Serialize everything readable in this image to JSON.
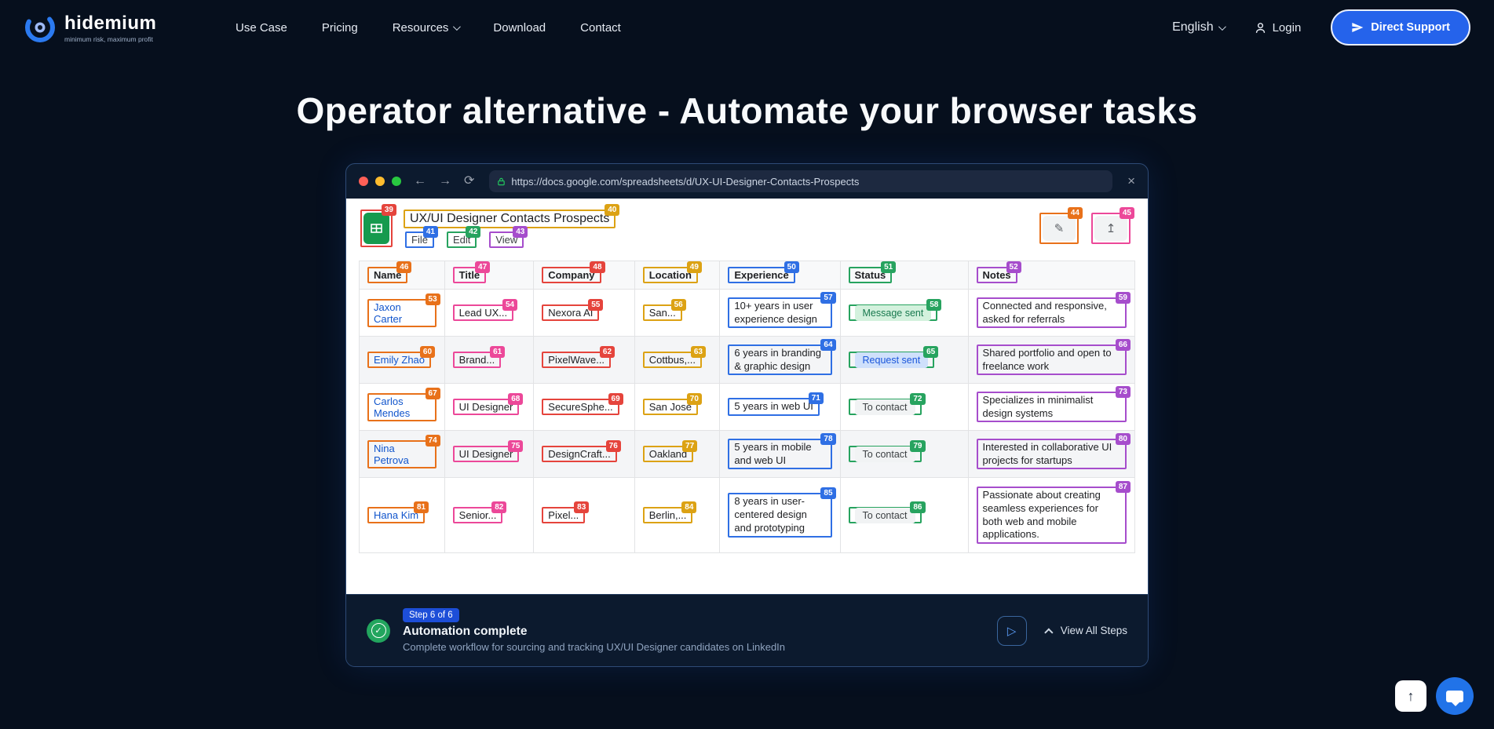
{
  "nav": {
    "brand": {
      "name": "hidemium",
      "tagline": "minimum risk, maximum profit"
    },
    "items": [
      {
        "label": "Use Case",
        "dropdown": false
      },
      {
        "label": "Pricing",
        "dropdown": false
      },
      {
        "label": "Resources",
        "dropdown": true
      },
      {
        "label": "Download",
        "dropdown": false
      },
      {
        "label": "Contact",
        "dropdown": false
      }
    ],
    "language": "English",
    "login_label": "Login",
    "support_label": "Direct Support"
  },
  "hero": {
    "title": "Operator alternative - Automate your browser tasks"
  },
  "browser": {
    "url": "https://docs.google.com/spreadsheets/d/UX-UI-Designer-Contacts-Prospects",
    "sheet": {
      "icon_tag": "39",
      "title": "UX/UI Designer Contacts Prospects",
      "title_tag": "40",
      "menus": [
        {
          "label": "File",
          "tag": "41"
        },
        {
          "label": "Edit",
          "tag": "42"
        },
        {
          "label": "View",
          "tag": "43"
        }
      ],
      "toolbar": [
        {
          "icon": "pencil-icon",
          "glyph": "✎",
          "tag": "44",
          "colorClass": "orange"
        },
        {
          "icon": "share-icon",
          "glyph": "↥",
          "tag": "45",
          "colorClass": "pink"
        }
      ]
    },
    "table": {
      "columns": [
        {
          "label": "Name",
          "tag": "46",
          "colorClass": "orange",
          "width": "11%"
        },
        {
          "label": "Title",
          "tag": "47",
          "colorClass": "pink",
          "width": "11.5%"
        },
        {
          "label": "Company",
          "tag": "48",
          "colorClass": "red",
          "width": "13%"
        },
        {
          "label": "Location",
          "tag": "49",
          "colorClass": "amber",
          "width": "11%"
        },
        {
          "label": "Experience",
          "tag": "50",
          "colorClass": "blue",
          "width": "15.5%"
        },
        {
          "label": "Status",
          "tag": "51",
          "colorClass": "green",
          "width": "16.5%"
        },
        {
          "label": "Notes",
          "tag": "52",
          "colorClass": "purple",
          "width": "21.5%"
        }
      ],
      "rows": [
        {
          "alt": false,
          "height": 60,
          "cells": [
            {
              "text": "Jaxon Carter",
              "tag": "53",
              "type": "link"
            },
            {
              "text": "Lead UX...",
              "tag": "54"
            },
            {
              "text": "Nexora AI",
              "tag": "55"
            },
            {
              "text": "San...",
              "tag": "56"
            },
            {
              "text": "10+ years in user experience design",
              "tag": "57"
            },
            {
              "text": "Message sent",
              "tag": "58",
              "type": "badge",
              "variant": "success"
            },
            {
              "text": "Connected and responsive, asked for referrals",
              "tag": "59"
            }
          ]
        },
        {
          "alt": true,
          "height": 60,
          "cells": [
            {
              "text": "Emily Zhao",
              "tag": "60",
              "type": "link"
            },
            {
              "text": "Brand...",
              "tag": "61"
            },
            {
              "text": "PixelWave...",
              "tag": "62"
            },
            {
              "text": "Cottbus,...",
              "tag": "63"
            },
            {
              "text": "6 years in branding & graphic design",
              "tag": "64"
            },
            {
              "text": "Request sent",
              "tag": "65",
              "type": "badge",
              "variant": "info"
            },
            {
              "text": "Shared portfolio and open to freelance work",
              "tag": "66"
            }
          ]
        },
        {
          "alt": false,
          "height": 60,
          "cells": [
            {
              "text": "Carlos Mendes",
              "tag": "67",
              "type": "link"
            },
            {
              "text": "UI Designer",
              "tag": "68"
            },
            {
              "text": "SecureSphe...",
              "tag": "69"
            },
            {
              "text": "San Jose",
              "tag": "70"
            },
            {
              "text": "5 years in web UI",
              "tag": "71"
            },
            {
              "text": "To contact",
              "tag": "72",
              "type": "badge",
              "variant": "neutral"
            },
            {
              "text": "Specializes in minimalist design systems",
              "tag": "73"
            }
          ]
        },
        {
          "alt": true,
          "height": 60,
          "cells": [
            {
              "text": "Nina Petrova",
              "tag": "74",
              "type": "link"
            },
            {
              "text": "UI Designer",
              "tag": "75"
            },
            {
              "text": "DesignCraft...",
              "tag": "76"
            },
            {
              "text": "Oakland",
              "tag": "77"
            },
            {
              "text": "5 years in mobile and web UI",
              "tag": "78"
            },
            {
              "text": "To contact",
              "tag": "79",
              "type": "badge",
              "variant": "neutral"
            },
            {
              "text": "Interested in collaborative UI projects for startups",
              "tag": "80"
            }
          ]
        },
        {
          "alt": false,
          "height": 96,
          "cells": [
            {
              "text": "Hana Kim",
              "tag": "81",
              "type": "link"
            },
            {
              "text": "Senior...",
              "tag": "82"
            },
            {
              "text": "Pixel...",
              "tag": "83"
            },
            {
              "text": "Berlin,...",
              "tag": "84"
            },
            {
              "text": "8 years in user-centered design and prototyping",
              "tag": "85"
            },
            {
              "text": "To contact",
              "tag": "86",
              "type": "badge",
              "variant": "neutral"
            },
            {
              "text": "Passionate about creating seamless experiences for both web and mobile applications.",
              "tag": "87"
            }
          ]
        }
      ]
    },
    "automation": {
      "step_badge": "Step 6 of 6",
      "title": "Automation complete",
      "description": "Complete workflow for sourcing and tracking UX/UI Designer candidates on LinkedIn",
      "view_all_label": "View All Steps"
    }
  },
  "colors": {
    "accent_blue": "#2563eb",
    "annot_orange": "#e8711a",
    "annot_pink": "#ec4899",
    "annot_red": "#e5443c",
    "annot_amber": "#dca214",
    "annot_blue": "#2f6fe4",
    "annot_green": "#27a35f",
    "annot_purple": "#a64dcc",
    "badge_success_bg": "#d3f1dd",
    "badge_info_bg": "#cfe0fb",
    "badge_neutral_bg": "#f1f3f4",
    "step_badge_bg": "#1d4ed8",
    "check_green": "#22a55e"
  }
}
